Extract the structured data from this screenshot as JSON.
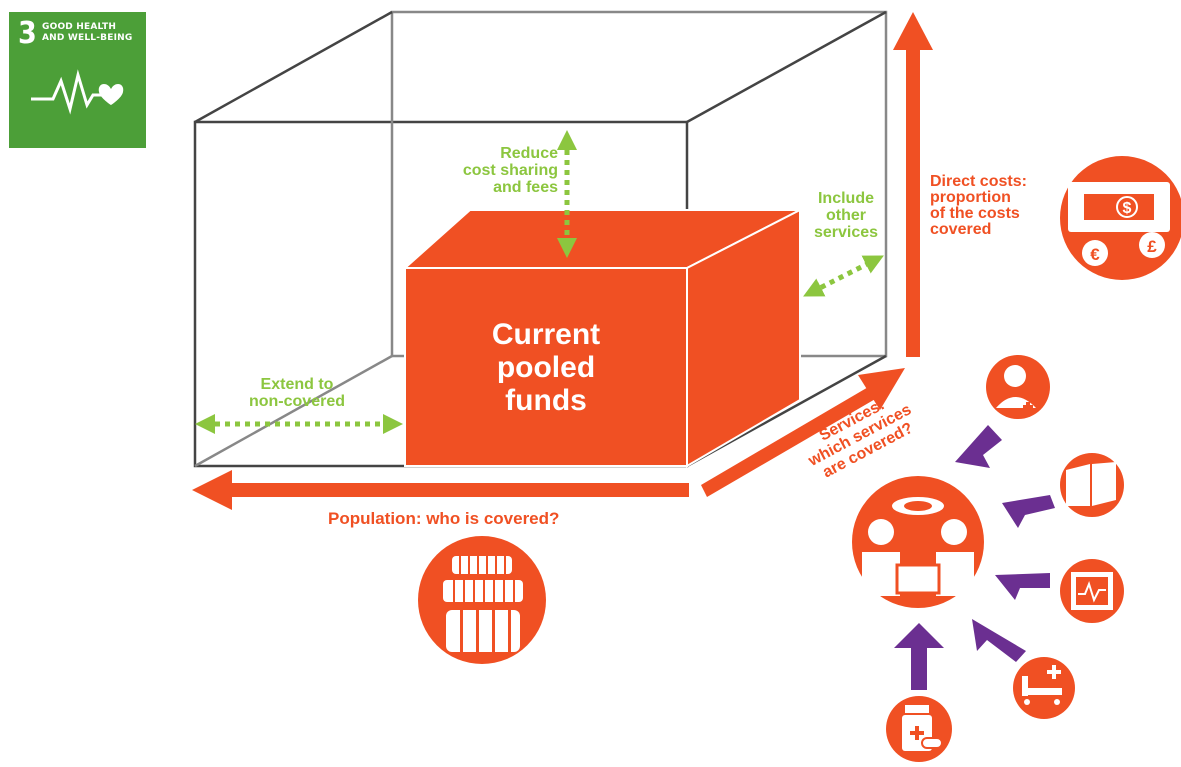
{
  "badge": {
    "number": "3",
    "title": "GOOD HEALTH\nAND WELL-BEING",
    "color": "#4c9f38",
    "icon": "heartbeat-heart-icon"
  },
  "center_box": {
    "label": "Current\npooled\nfunds",
    "color": "#f05023"
  },
  "labels": {
    "reduce": "Reduce\ncost sharing\nand fees",
    "include": "Include\nother\nservices",
    "extend": "Extend to\nnon-covered",
    "direct_costs": "Direct costs:\nproportion\nof the costs\ncovered",
    "population": "Population: who is covered?",
    "services": "Services:\nwhich services\nare covered?"
  },
  "colors": {
    "orange": "#f05023",
    "green": "#8cc63f",
    "purple": "#6b2f91",
    "box_line": "#444444"
  },
  "icons": {
    "money": "money-note-icon",
    "euro": "€",
    "pound": "£",
    "dollar": "$",
    "population": "people-group-icon",
    "surgery": "surgery-team-icon",
    "doctor": "doctor-icon",
    "records": "medical-records-icon",
    "monitor": "heart-monitor-icon",
    "bed": "hospital-bed-icon",
    "medicine": "medicine-bottle-icon"
  }
}
